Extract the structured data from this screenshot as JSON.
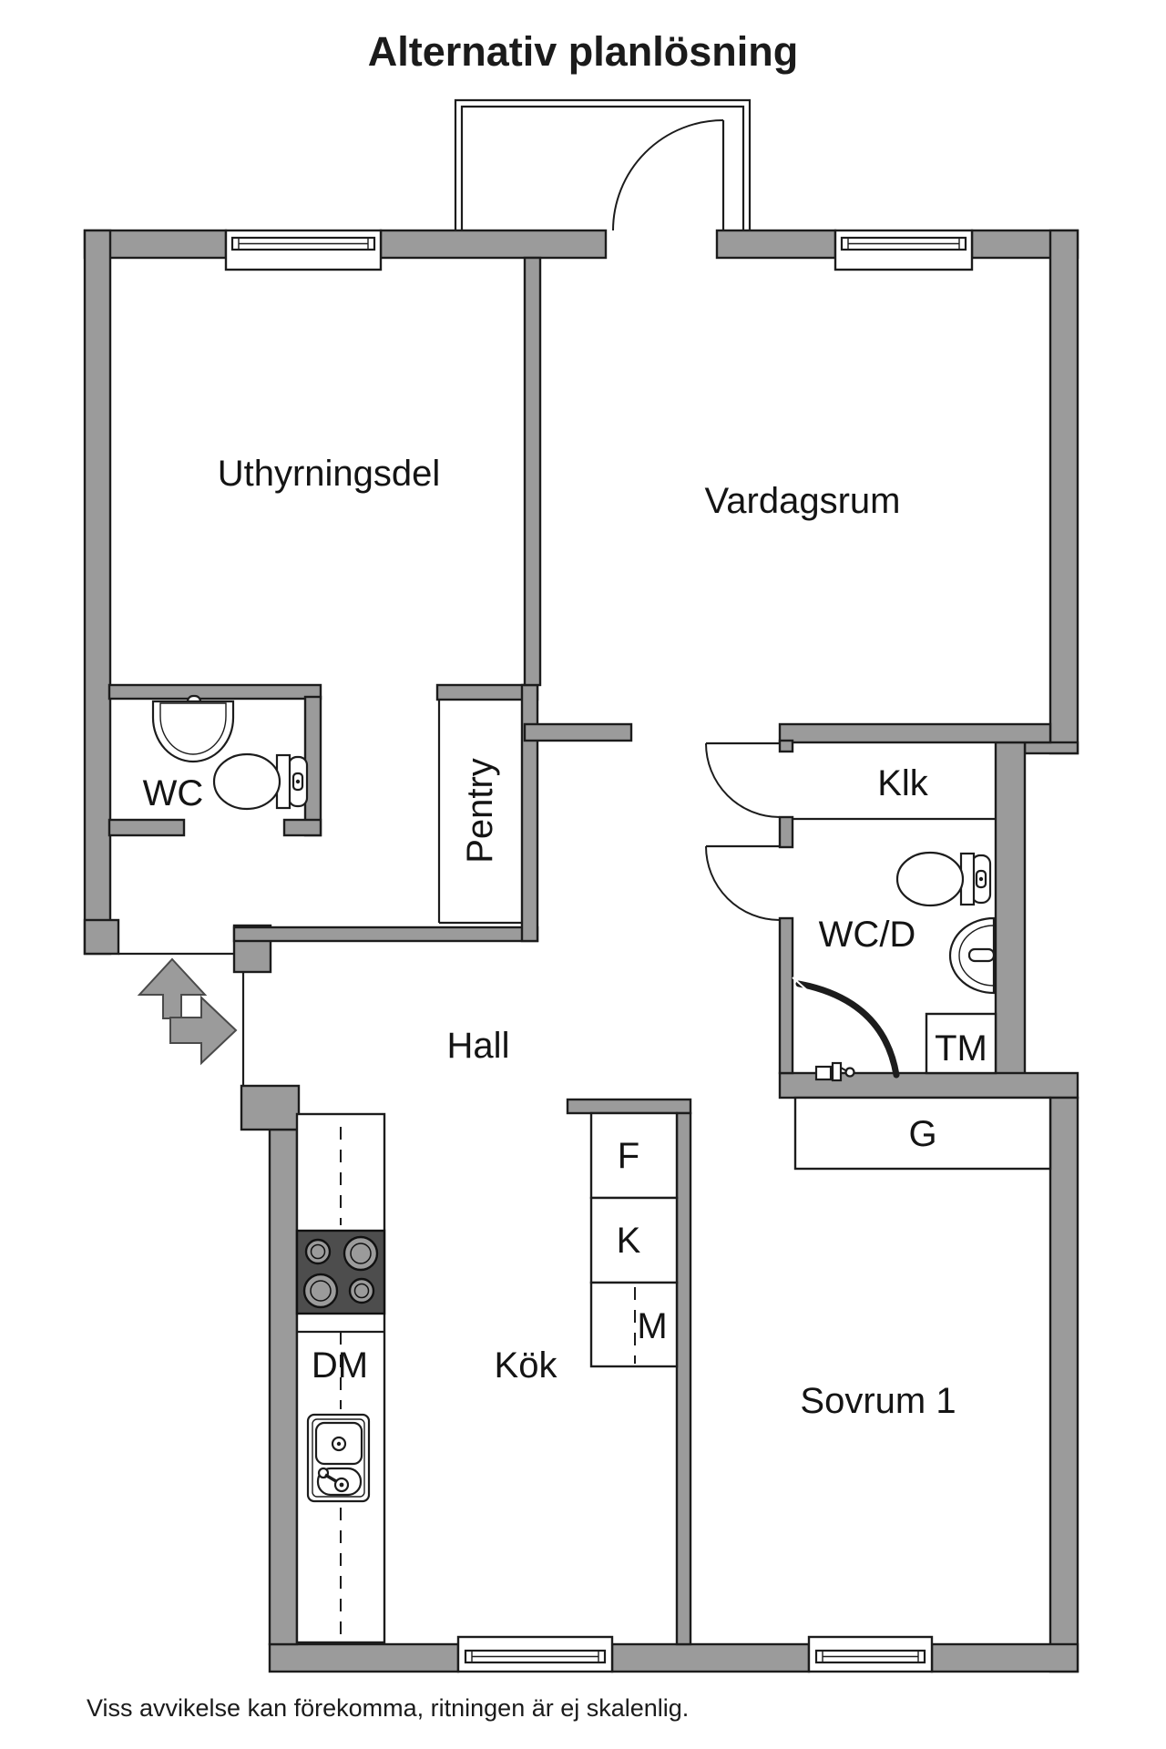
{
  "title": "Alternativ planlösning",
  "disclaimer": "Viss avvikelse kan förekomma, ritningen är ej skalenlig.",
  "rooms": {
    "uthyrningsdel": "Uthyrningsdel",
    "vardagsrum": "Vardagsrum",
    "wc": "WC",
    "pentry": "Pentry",
    "hall": "Hall",
    "klk": "Klk",
    "wcd": "WC/D",
    "kok": "Kök",
    "sovrum1": "Sovrum 1"
  },
  "units": {
    "tm": "TM",
    "g": "G",
    "f": "F",
    "k": "K",
    "m": "M",
    "dm": "DM"
  },
  "fixtures": [
    "toilet-icon",
    "sink-icon",
    "shower-icon",
    "stove-icon",
    "kitchen-sink-icon",
    "entry-arrow-up-icon",
    "entry-arrow-right-icon",
    "door-swing-icon",
    "window-icon"
  ],
  "colors": {
    "wall": "#9b9b9b",
    "outline": "#1c1c1c",
    "stove": "#4d4d4d",
    "background": "#ffffff",
    "text": "#141414"
  }
}
